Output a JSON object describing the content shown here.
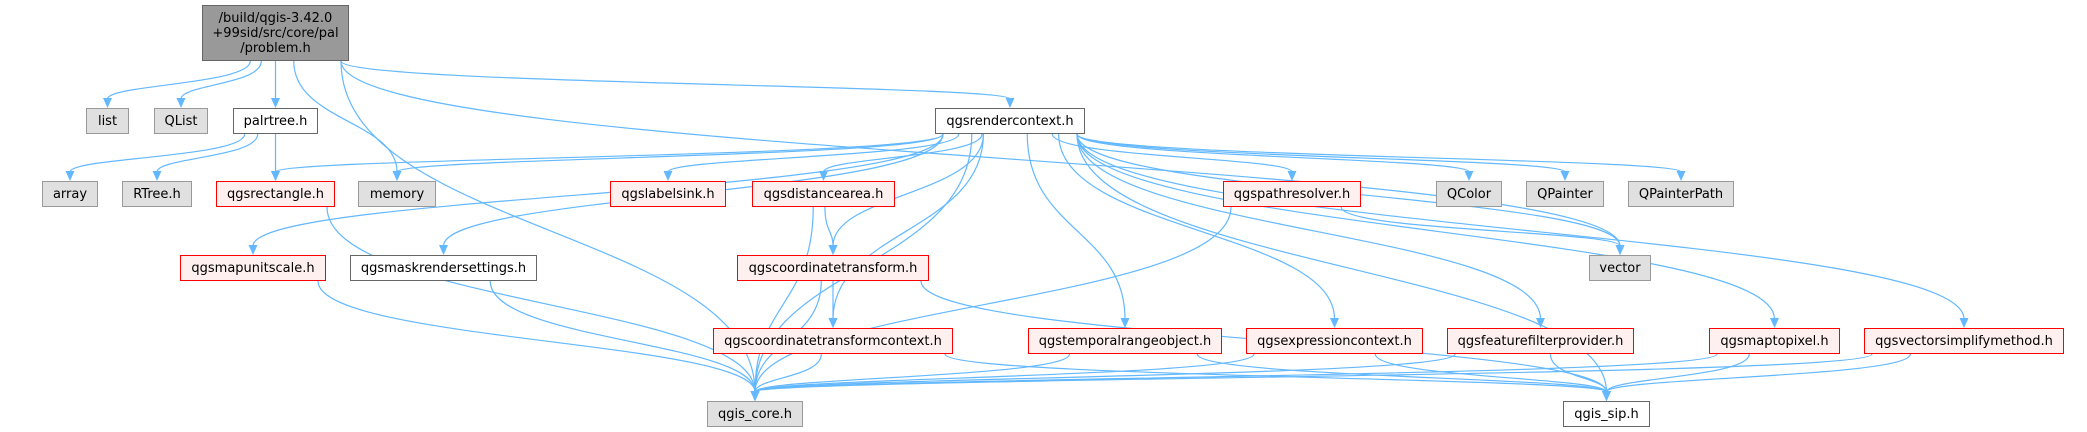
{
  "graph": {
    "nodes": {
      "problem": {
        "label": "/build/qgis-3.42.0\n+99sid/src/core/pal\n/problem.h",
        "style": "main"
      },
      "list": {
        "label": "list",
        "style": "gray"
      },
      "QList": {
        "label": "QList",
        "style": "gray"
      },
      "palrtree": {
        "label": "palrtree.h",
        "style": "white"
      },
      "rendercontext": {
        "label": "qgsrendercontext.h",
        "style": "white"
      },
      "array": {
        "label": "array",
        "style": "gray"
      },
      "RTree": {
        "label": "RTree.h",
        "style": "gray"
      },
      "rectangle": {
        "label": "qgsrectangle.h",
        "style": "red"
      },
      "memory": {
        "label": "memory",
        "style": "gray"
      },
      "labelsink": {
        "label": "qgslabelsink.h",
        "style": "red"
      },
      "distancearea": {
        "label": "qgsdistancearea.h",
        "style": "red"
      },
      "pathresolver": {
        "label": "qgspathresolver.h",
        "style": "red"
      },
      "QColor": {
        "label": "QColor",
        "style": "gray"
      },
      "QPainter": {
        "label": "QPainter",
        "style": "gray"
      },
      "QPainterPath": {
        "label": "QPainterPath",
        "style": "gray"
      },
      "mapunitscale": {
        "label": "qgsmapunitscale.h",
        "style": "red"
      },
      "maskrendersettings": {
        "label": "qgsmaskrendersettings.h",
        "style": "white"
      },
      "coordinatetransform": {
        "label": "qgscoordinatetransform.h",
        "style": "red"
      },
      "vector": {
        "label": "vector",
        "style": "gray"
      },
      "coordinatetransformcontext": {
        "label": "qgscoordinatetransformcontext.h",
        "style": "red"
      },
      "temporalrangeobject": {
        "label": "qgstemporalrangeobject.h",
        "style": "red"
      },
      "expressioncontext": {
        "label": "qgsexpressioncontext.h",
        "style": "red"
      },
      "featurefilterprovider": {
        "label": "qgsfeaturefilterprovider.h",
        "style": "red"
      },
      "maptopixel": {
        "label": "qgsmaptopixel.h",
        "style": "red"
      },
      "vectorsimplifymethod": {
        "label": "qgsvectorsimplifymethod.h",
        "style": "red"
      },
      "qgis_core": {
        "label": "qgis_core.h",
        "style": "gray"
      },
      "qgis_sip": {
        "label": "qgis_sip.h",
        "style": "white"
      }
    },
    "edges": [
      [
        "problem",
        "list"
      ],
      [
        "problem",
        "QList"
      ],
      [
        "problem",
        "palrtree"
      ],
      [
        "problem",
        "memory"
      ],
      [
        "problem",
        "rendercontext"
      ],
      [
        "problem",
        "qgis_core"
      ],
      [
        "problem",
        "vector"
      ],
      [
        "palrtree",
        "array"
      ],
      [
        "palrtree",
        "RTree"
      ],
      [
        "palrtree",
        "rectangle"
      ],
      [
        "rectangle",
        "qgis_core"
      ],
      [
        "rendercontext",
        "rectangle"
      ],
      [
        "rendercontext",
        "memory"
      ],
      [
        "rendercontext",
        "mapunitscale"
      ],
      [
        "rendercontext",
        "maskrendersettings"
      ],
      [
        "rendercontext",
        "qgis_core"
      ],
      [
        "rendercontext",
        "labelsink"
      ],
      [
        "rendercontext",
        "distancearea"
      ],
      [
        "rendercontext",
        "coordinatetransform"
      ],
      [
        "rendercontext",
        "coordinatetransformcontext"
      ],
      [
        "rendercontext",
        "temporalrangeobject"
      ],
      [
        "rendercontext",
        "expressioncontext"
      ],
      [
        "rendercontext",
        "featurefilterprovider"
      ],
      [
        "rendercontext",
        "maptopixel"
      ],
      [
        "rendercontext",
        "pathresolver"
      ],
      [
        "rendercontext",
        "vectorsimplifymethod"
      ],
      [
        "rendercontext",
        "QColor"
      ],
      [
        "rendercontext",
        "QPainter"
      ],
      [
        "rendercontext",
        "QPainterPath"
      ],
      [
        "rendercontext",
        "vector"
      ],
      [
        "rendercontext",
        "qgis_sip"
      ],
      [
        "mapunitscale",
        "qgis_core"
      ],
      [
        "maskrendersettings",
        "qgis_core"
      ],
      [
        "distancearea",
        "coordinatetransform"
      ],
      [
        "distancearea",
        "qgis_core"
      ],
      [
        "coordinatetransform",
        "coordinatetransformcontext"
      ],
      [
        "coordinatetransform",
        "qgis_core"
      ],
      [
        "coordinatetransform",
        "qgis_sip"
      ],
      [
        "coordinatetransformcontext",
        "qgis_core"
      ],
      [
        "coordinatetransformcontext",
        "qgis_sip"
      ],
      [
        "temporalrangeobject",
        "qgis_core"
      ],
      [
        "temporalrangeobject",
        "qgis_sip"
      ],
      [
        "expressioncontext",
        "qgis_core"
      ],
      [
        "expressioncontext",
        "qgis_sip"
      ],
      [
        "featurefilterprovider",
        "qgis_core"
      ],
      [
        "featurefilterprovider",
        "qgis_sip"
      ],
      [
        "maptopixel",
        "qgis_core"
      ],
      [
        "maptopixel",
        "qgis_sip"
      ],
      [
        "vectorsimplifymethod",
        "qgis_core"
      ],
      [
        "vectorsimplifymethod",
        "qgis_sip"
      ],
      [
        "pathresolver",
        "qgis_core"
      ],
      [
        "pathresolver",
        "vector"
      ]
    ],
    "colors": {
      "edge": "#63b8ff"
    }
  }
}
